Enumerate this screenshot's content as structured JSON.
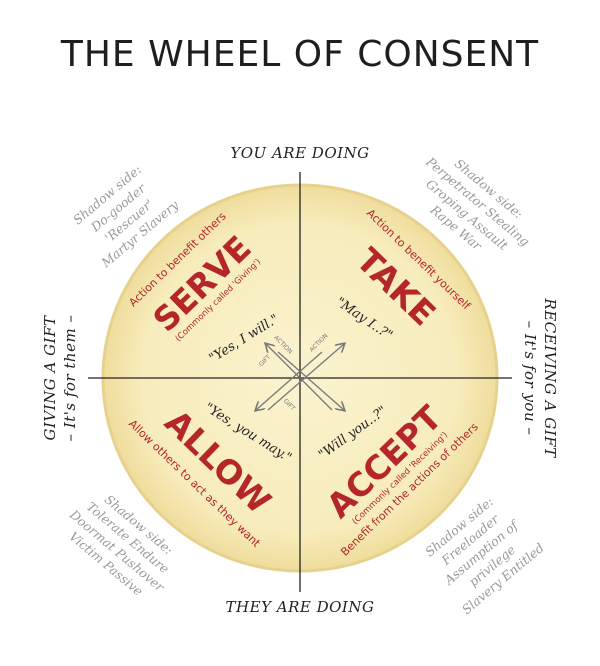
{
  "title": "THE WHEEL OF CONSENT",
  "axes": {
    "top": "YOU ARE DOING",
    "bottom": "THEY ARE DOING",
    "left_main": "GIVING A GIFT",
    "left_sub": "– It's for them –",
    "right_main": "RECEIVING A GIFT",
    "right_sub": "– It's for you –"
  },
  "quadrants": {
    "serve": {
      "label": "SERVE",
      "note": "(Commonly called 'Giving')",
      "description": "Action to benefit others",
      "quote": "\"Yes, I will.\"",
      "shadow": [
        "Shadow side:",
        "Do-gooder",
        "'Rescuer'",
        "Martyr Slavery"
      ]
    },
    "take": {
      "label": "TAKE",
      "description": "Action to benefit yourself",
      "quote": "\"May I..?\"",
      "shadow": [
        "Shadow side:",
        "Perpetrator Stealing",
        "Groping Assault",
        "Rape War"
      ]
    },
    "allow": {
      "label": "ALLOW",
      "description": "Allow others to act as they want",
      "quote": "\"Yes, you may.\"",
      "shadow": [
        "Shadow side:",
        "Tolerate Endure",
        "Doormat Pushover",
        "Victim Passive"
      ]
    },
    "accept": {
      "label": "ACCEPT",
      "note": "(Commonly called 'Receiving')",
      "description": "Benefit from the actions of others",
      "quote": "\"Will you..?\"",
      "shadow": [
        "Shadow side:",
        "Freeloader",
        "Assumption of",
        "privilege",
        "Slavery Entitled"
      ]
    }
  },
  "arrows": {
    "action_left": "ACTION",
    "action_right": "ACTION",
    "gift_left": "GIFT",
    "gift_right": "GIFT"
  },
  "colors": {
    "wheel_fill": "#f9eec0",
    "wheel_edge": "#e8d590",
    "accent_red": "#b4262a",
    "axis_line": "#222222",
    "shadow_text": "#9a9a9a"
  }
}
